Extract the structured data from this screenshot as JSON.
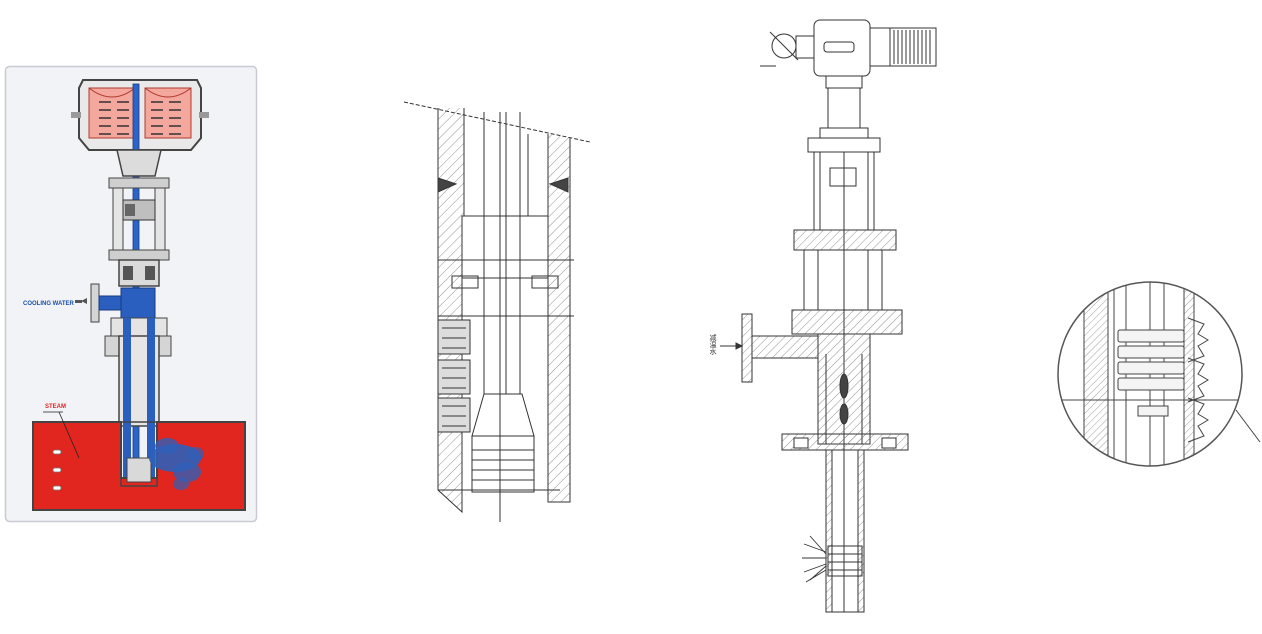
{
  "figure1": {
    "cooling_label": "COOLING WATER",
    "steam_label": "STEAM"
  },
  "figure3": {
    "side_label": "减温水"
  },
  "colors": {
    "steam_red": "#e0261f",
    "spring_red": "#f08a80",
    "water_blue": "#1a4fa8",
    "line_gray": "#555555",
    "panel_bg": "#f2f3f6"
  }
}
